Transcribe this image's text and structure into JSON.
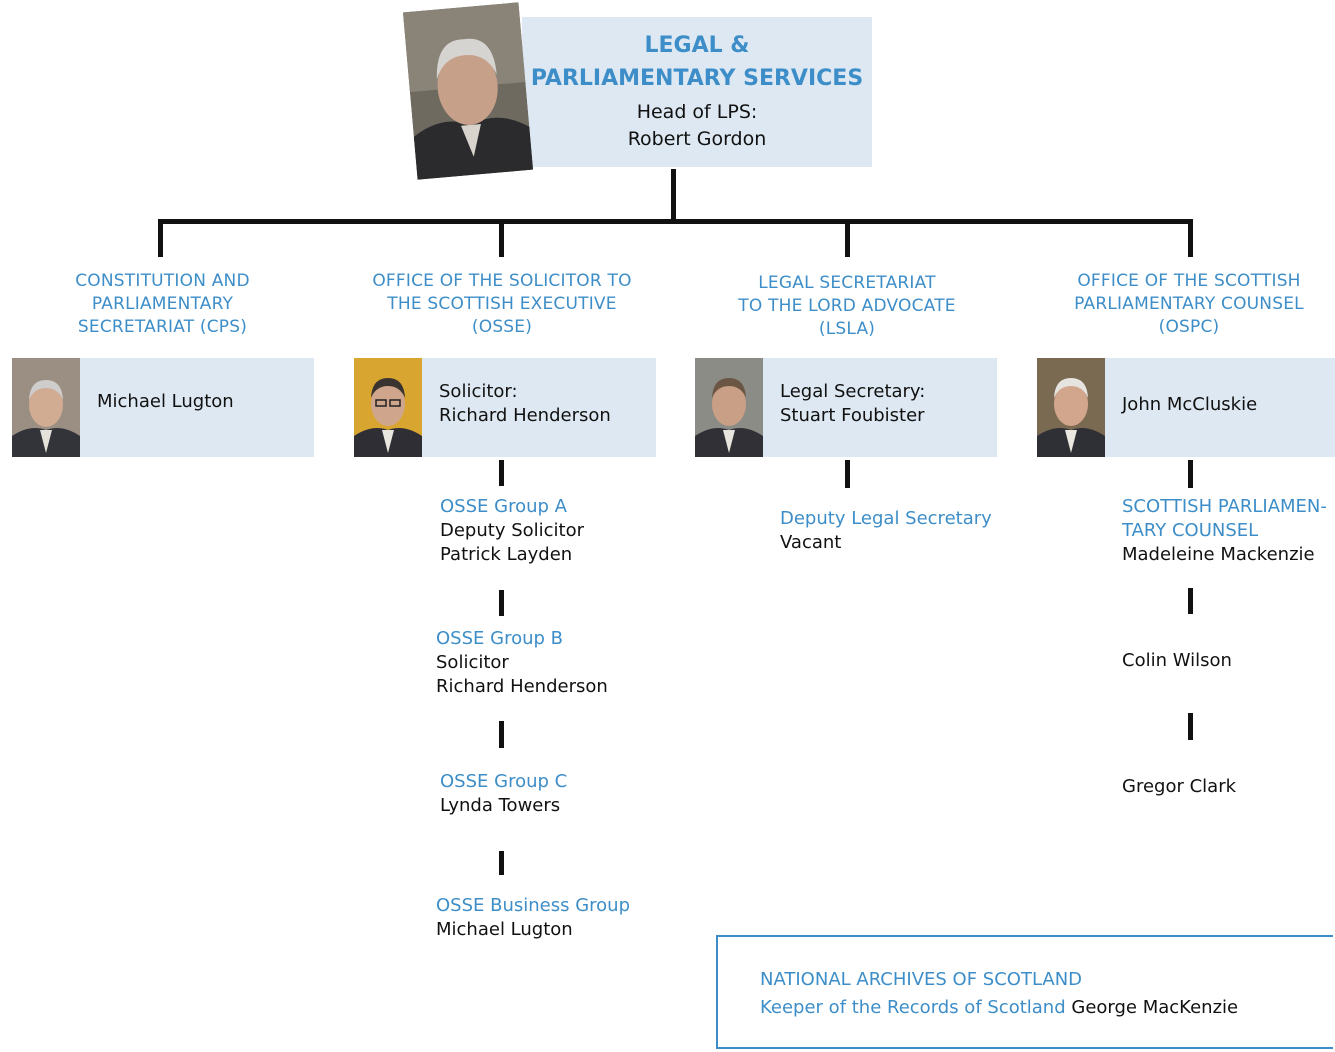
{
  "head": {
    "title_line1": "LEGAL &",
    "title_line2": "PARLIAMENTARY SERVICES",
    "role": "Head of LPS:",
    "name": "Robert Gordon"
  },
  "departments": [
    {
      "title_lines": [
        "CONSTITUTION AND",
        "PARLIAMENTARY",
        "SECRETARIAT (CPS)"
      ],
      "person_lines": [
        "Michael Lugton"
      ]
    },
    {
      "title_lines": [
        "OFFICE OF THE SOLICITOR TO",
        "THE SCOTTISH EXECUTIVE",
        "(OSSE)"
      ],
      "person_lines": [
        "Solicitor:",
        "Richard Henderson"
      ],
      "subunits": [
        {
          "title": "OSSE Group A",
          "lines": [
            "Deputy Solicitor",
            "Patrick Layden"
          ]
        },
        {
          "title": "OSSE Group B",
          "lines": [
            "Solicitor",
            "Richard Henderson"
          ]
        },
        {
          "title": "OSSE Group C",
          "lines": [
            "Lynda Towers"
          ]
        },
        {
          "title": "OSSE Business Group",
          "lines": [
            "Michael Lugton"
          ]
        }
      ]
    },
    {
      "title_lines": [
        "LEGAL SECRETARIAT",
        "TO THE LORD ADVOCATE",
        "(LSLA)"
      ],
      "person_lines": [
        "Legal Secretary:",
        "Stuart Foubister"
      ],
      "subunits": [
        {
          "title": "Deputy Legal Secretary",
          "lines": [
            "Vacant"
          ]
        }
      ]
    },
    {
      "title_lines": [
        "OFFICE OF THE SCOTTISH",
        "PARLIAMENTARY COUNSEL",
        "(OSPC)"
      ],
      "person_lines": [
        "John McCluskie"
      ],
      "subunits": [
        {
          "title_lines": [
            "SCOTTISH PARLIAMEN-",
            "TARY COUNSEL"
          ],
          "lines": [
            "Madeleine Mackenzie"
          ]
        },
        {
          "lines": [
            "Colin Wilson"
          ]
        },
        {
          "lines": [
            "Gregor Clark"
          ]
        }
      ]
    }
  ],
  "archives": {
    "title": "NATIONAL ARCHIVES OF SCOTLAND",
    "role": "Keeper of the Records of Scotland",
    "name": "George MacKenzie"
  },
  "colors": {
    "accent_blue": "#3d8ec8",
    "box_fill": "#dde8f2",
    "line": "#111111"
  }
}
